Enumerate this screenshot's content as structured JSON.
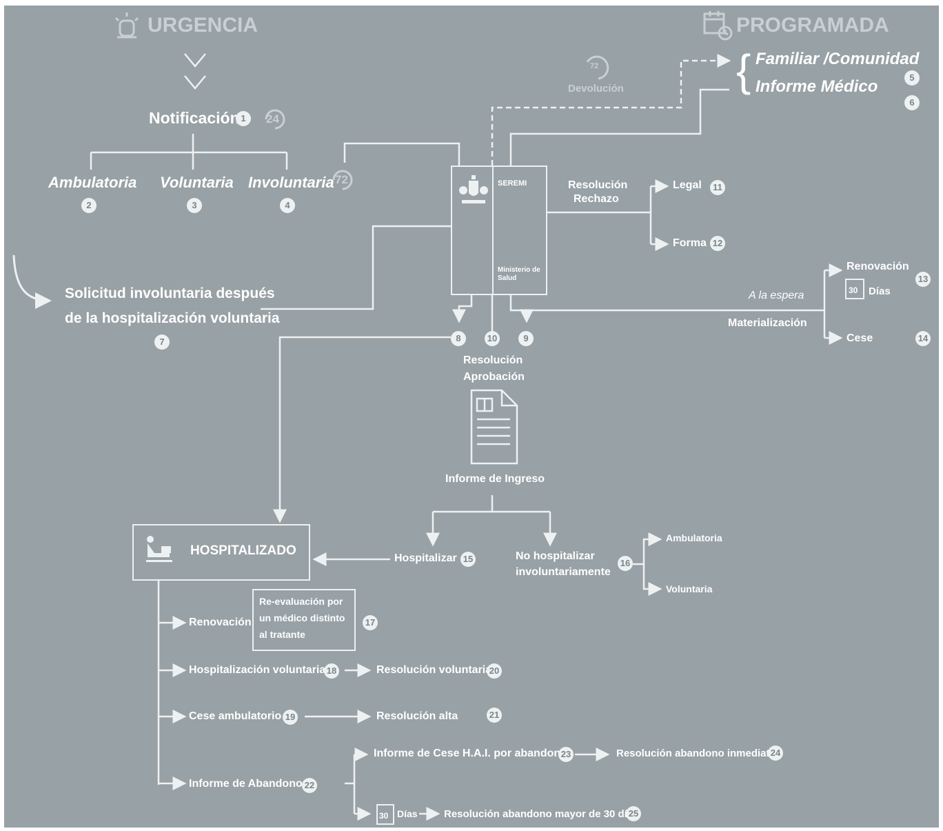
{
  "header": {
    "urgencia": "URGENCIA",
    "programada": "PROGRAMADA",
    "devolucion": "Devolución"
  },
  "clock_labels": {
    "h24": "24",
    "h72": "72",
    "h72b": "72"
  },
  "notificacion": {
    "label": "Notificación",
    "num": "1"
  },
  "types": [
    {
      "label": "Ambulatoria",
      "num": "2"
    },
    {
      "label": "Voluntaria",
      "num": "3"
    },
    {
      "label": "Involuntaria",
      "num": "4"
    }
  ],
  "programada_items": {
    "familiar": "Familiar /Comunidad",
    "informe": "Informe Médico",
    "num5": "5",
    "num6": "6"
  },
  "solicitud": {
    "line1": "Solicitud involuntaria después",
    "line2": "de la hospitalización voluntaria",
    "num": "7"
  },
  "seremi": {
    "label": "SEREMI",
    "ministerio": "Ministerio de Salud"
  },
  "rechazo": {
    "line1": "Resolución",
    "line2": "Rechazo",
    "legal": "Legal",
    "legal_num": "11",
    "forma": "Forma",
    "forma_num": "12"
  },
  "espera": {
    "label": "A la espera",
    "materializacion": "Materialización",
    "renovacion": "Renovación",
    "dias_num": "30",
    "dias": "Días",
    "renov_num": "13",
    "cese": "Cese",
    "cese_num": "14"
  },
  "out_nums": {
    "n8": "8",
    "n10": "10",
    "n9": "9"
  },
  "aprobacion": {
    "line1": "Resolución",
    "line2": "Aprobación"
  },
  "informe_ingreso": "Informe de Ingreso",
  "hospitalizado": "HOSPITALIZADO",
  "hospitalizar": {
    "label": "Hospitalizar",
    "num": "15"
  },
  "no_hosp": {
    "line1": "No hospitalizar",
    "line2": "involuntariamente",
    "num": "16",
    "ambulatoria": "Ambulatoria",
    "voluntaria": "Voluntaria"
  },
  "renovacion": {
    "label": "Renovación",
    "box_line1": "Re-evaluación por",
    "box_line2": "un médico distinto",
    "box_line3": "al tratante",
    "num": "17"
  },
  "hosp_vol": {
    "label": "Hospitalización voluntaria",
    "num": "18",
    "res": "Resolución voluntaria",
    "res_num": "20"
  },
  "cese_amb": {
    "label": "Cese ambulatorio",
    "num": "19",
    "res": "Resolución alta",
    "res_num": "21"
  },
  "abandono": {
    "label": "Informe de Abandono",
    "num": "22",
    "cese": "Informe de Cese H.A.I. por abandono",
    "cese_num": "23",
    "res_inm": "Resolución abandono inmediato",
    "res_inm_num": "24",
    "dias_num": "30",
    "dias": "Días",
    "res_mayor": "Resolución abandono mayor de 30 días",
    "res_mayor_num": "25"
  }
}
